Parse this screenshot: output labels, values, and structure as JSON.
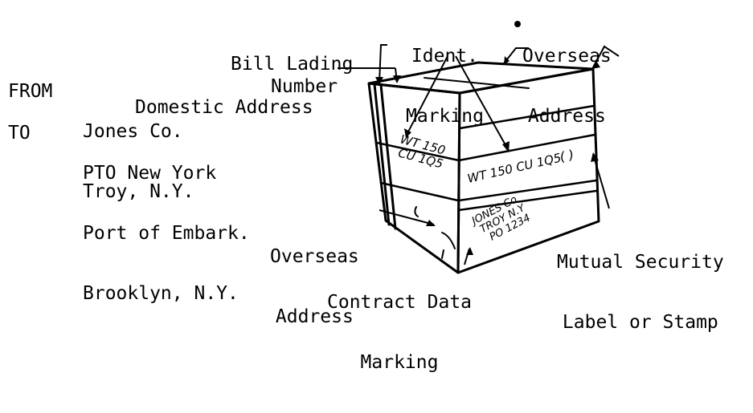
{
  "labels": {
    "bill_lading": [
      "Bill Lading",
      "Number"
    ],
    "ident_marking": [
      "Ident.",
      "Marking"
    ],
    "overseas_address_top": [
      "Overseas",
      "Address"
    ],
    "domestic_address": "Domestic Address",
    "overseas_address_bottom": [
      "Overseas",
      "Address"
    ],
    "contract_data_marking": [
      "Contract Data",
      "Marking"
    ],
    "mutual_security": [
      "Mutual Security",
      "Label or Stamp"
    ]
  },
  "address_block": {
    "from_key": "FROM",
    "from_lines": [
      "Jones Co.",
      "Troy, N.Y."
    ],
    "to_key": "TO",
    "to_lines": [
      "PTO New York",
      "Port of Embark.",
      "Brooklyn, N.Y."
    ]
  },
  "box_markings": {
    "left_side": [
      "WT 150",
      "CU 1Q5"
    ],
    "front_band": "WT 150 CU 1Q5",
    "front_stamp": "( )",
    "front_lower": [
      "JONES Co",
      "TROY N.Y",
      "PO 1234"
    ]
  }
}
